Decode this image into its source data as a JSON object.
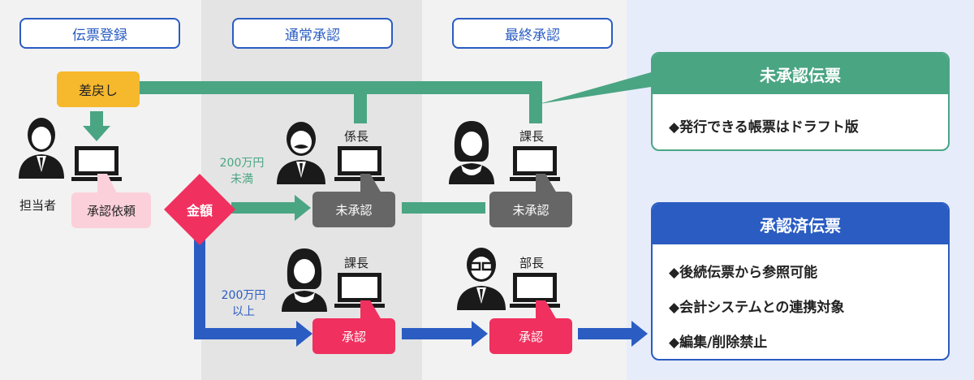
{
  "lanes": [
    {
      "label": "伝票登録"
    },
    {
      "label": "通常承認"
    },
    {
      "label": "最終承認"
    }
  ],
  "actor": {
    "label": "担当者"
  },
  "roles": {
    "kakarichou": "係長",
    "kachou_upper": "課長",
    "kachou_lower": "課長",
    "buchou": "部長"
  },
  "boxes": {
    "return": "差戻し",
    "request": "承認依頼",
    "amount": "金額",
    "unapproved_1": "未承認",
    "unapproved_2": "未承認",
    "approved_1": "承認",
    "approved_2": "承認"
  },
  "conditions": {
    "under": {
      "line1": "200万円",
      "line2": "未満"
    },
    "over": {
      "line1": "200万円",
      "line2": "以上"
    }
  },
  "panels": {
    "unapproved": {
      "title": "未承認伝票",
      "items": [
        "◆発行できる帳票はドラフト版"
      ]
    },
    "approved": {
      "title": "承認済伝票",
      "items": [
        "◆後続伝票から参照可能",
        "◆会計システムとの連携対象",
        "◆編集/削除禁止"
      ]
    }
  },
  "colors": {
    "green": "#4aa583",
    "blue": "#2a5cc2",
    "pink": "#f0305e",
    "orange": "#f6b82c",
    "gray_box": "#666666",
    "light_pink": "#fbd0da",
    "lane1": "#f2f2f2",
    "lane2": "#e4e4e4",
    "lane3": "#f2f2f2",
    "lane4": "#e6ecfa"
  },
  "icons": [
    "male-person-icon",
    "mustache-person-icon",
    "female-person-icon",
    "glasses-person-icon",
    "laptop-icon"
  ]
}
